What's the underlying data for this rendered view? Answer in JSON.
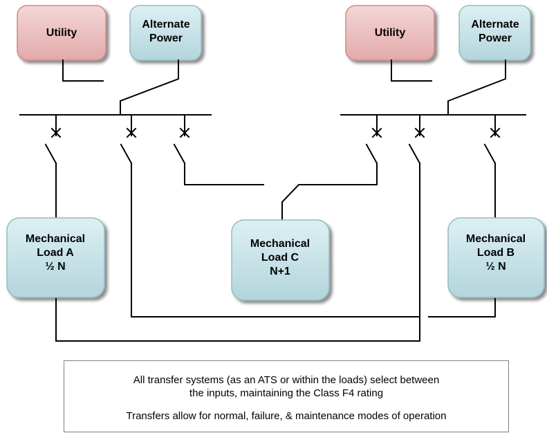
{
  "sources": {
    "utility_left": "Utility",
    "alternate_left": [
      "Alternate",
      "Power"
    ],
    "utility_right": "Utility",
    "alternate_right": [
      "Alternate",
      "Power"
    ]
  },
  "loads": {
    "a": [
      "Mechanical",
      "Load A",
      "½ N"
    ],
    "c": [
      "Mechanical",
      "Load C",
      "N+1"
    ],
    "b": [
      "Mechanical",
      "Load B",
      "½ N"
    ]
  },
  "note": {
    "line1": "All transfer systems (as an ATS or within the loads) select between",
    "line2": "the inputs, maintaining the Class F4 rating",
    "line3": "Transfers allow for normal, failure, & maintenance modes of operation"
  },
  "colors": {
    "utility_fill": "#ecbcbc",
    "utility_stroke": "#c98a8a",
    "alternate_fill": "#c9e4e9",
    "alternate_stroke": "#94b9c0",
    "load_fill": "#c9e4e9",
    "load_stroke": "#94b9c0",
    "wire": "#000000"
  }
}
